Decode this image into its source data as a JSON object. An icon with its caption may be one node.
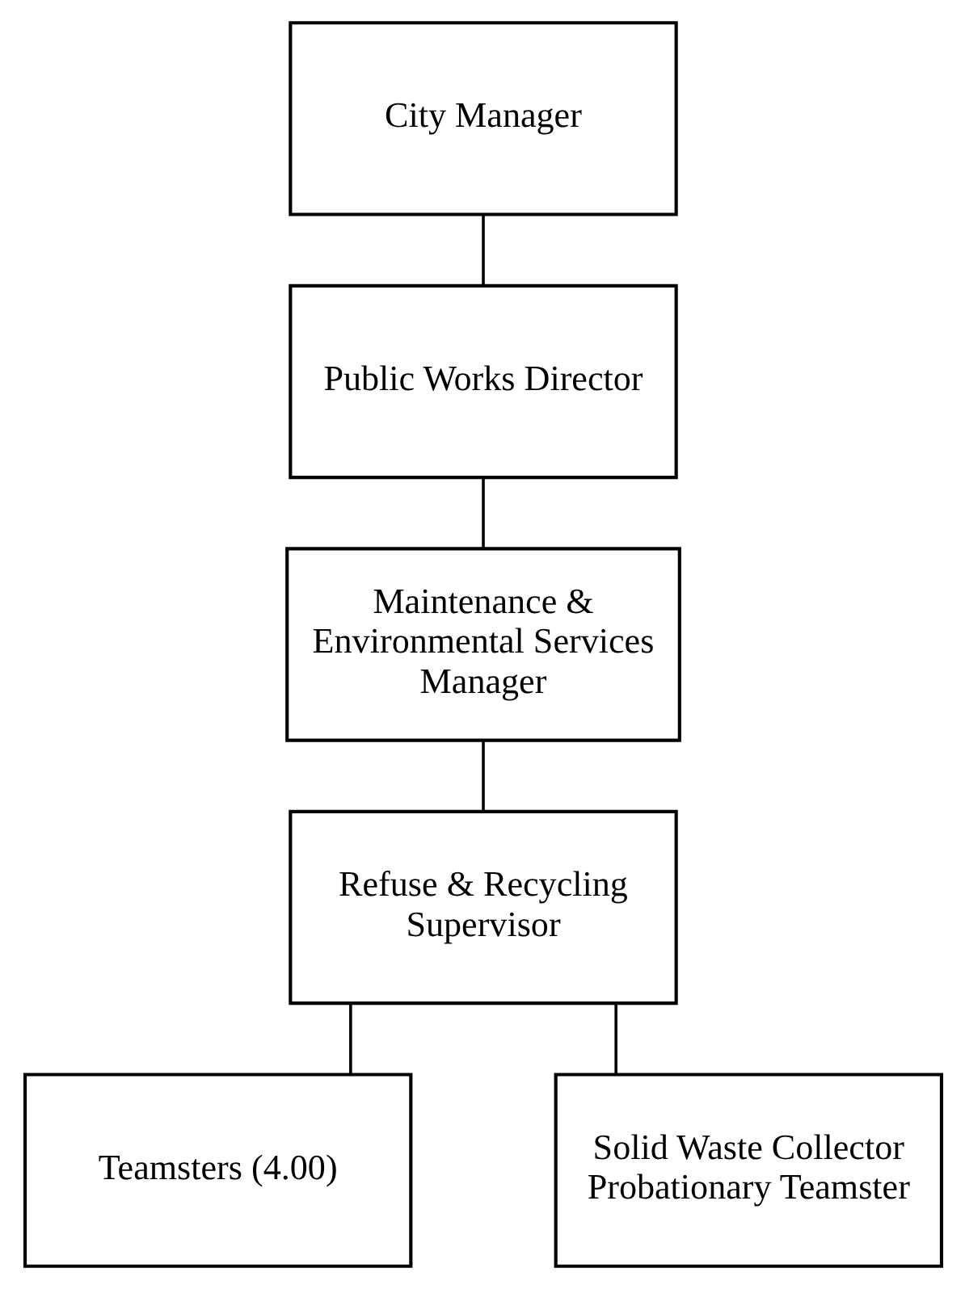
{
  "diagram": {
    "nodes": [
      {
        "text": [
          "City Manager"
        ]
      },
      {
        "text": [
          "Public Works Director"
        ]
      },
      {
        "text": [
          "Maintenance & Environmental Services Manager"
        ]
      },
      {
        "text": [
          "Refuse & Recycling Supervisor"
        ]
      },
      {
        "text": [
          "Teamsters (4.00)"
        ]
      },
      {
        "text": [
          "Solid Waste Collector Probationary Teamster"
        ]
      }
    ],
    "edges": [
      {
        "from": 0,
        "to": 1,
        "arrow": "none"
      },
      {
        "from": 1,
        "to": 2,
        "arrow": "none"
      },
      {
        "from": 2,
        "to": 3,
        "arrow": "none"
      },
      {
        "from": 3,
        "to": 4,
        "arrow": "none"
      },
      {
        "from": 3,
        "to": 5,
        "arrow": "none"
      }
    ]
  }
}
